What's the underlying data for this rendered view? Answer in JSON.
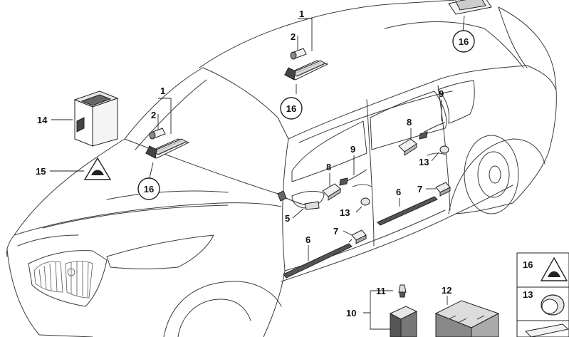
{
  "diagram": {
    "callouts": {
      "c1a": "1",
      "c2a": "2",
      "c16a": "16",
      "c1b": "1",
      "c2b": "2",
      "c16b": "16",
      "c16c": "16",
      "c14": "14",
      "c15": "15",
      "c9a": "9",
      "c8a": "8",
      "c13a": "13",
      "c9b": "9",
      "c8b": "8",
      "c13b": "13",
      "c5": "5",
      "c6a": "6",
      "c7a": "7",
      "c6b": "6",
      "c7b": "7",
      "c11": "11",
      "c10": "10",
      "c12": "12"
    },
    "legend": {
      "item1": "16",
      "item2": "13"
    }
  }
}
